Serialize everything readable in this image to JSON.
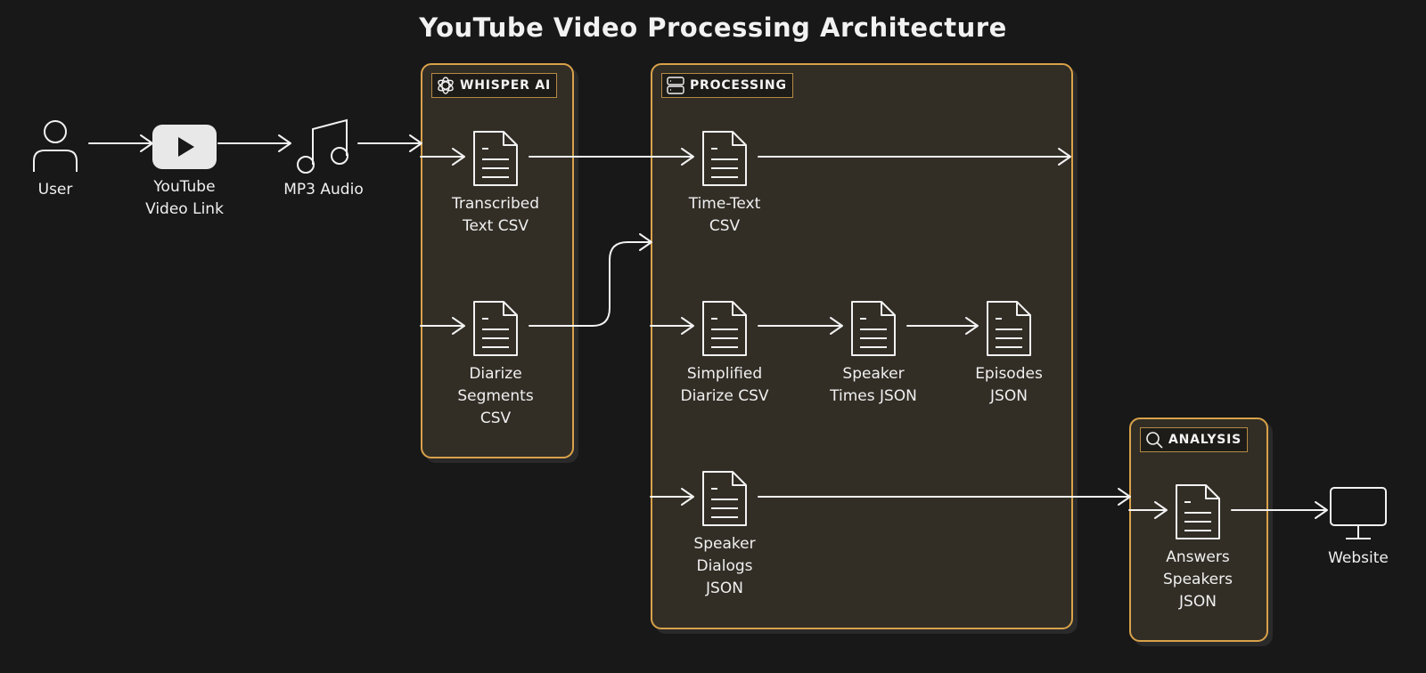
{
  "title": "YouTube Video Processing Architecture",
  "groups": {
    "whisper": {
      "label": "WHISPER AI",
      "icon": "openai-logo-icon"
    },
    "processing": {
      "label": "PROCESSING",
      "icon": "server-icon"
    },
    "analysis": {
      "label": "ANALYSIS",
      "icon": "search-icon"
    }
  },
  "nodes": {
    "user": {
      "label": "User",
      "icon": "user-icon"
    },
    "youtube": {
      "label": "YouTube\nVideo Link",
      "icon": "youtube-play-icon"
    },
    "mp3": {
      "label": "MP3 Audio",
      "icon": "music-note-icon"
    },
    "transcribed": {
      "label": "Transcribed\nText CSV",
      "icon": "document-icon"
    },
    "diarize_segments": {
      "label": "Diarize\nSegments\nCSV",
      "icon": "document-icon"
    },
    "time_text": {
      "label": "Time-Text\nCSV",
      "icon": "document-icon"
    },
    "simplified": {
      "label": "Simplified\nDiarize CSV",
      "icon": "document-icon"
    },
    "speaker_times": {
      "label": "Speaker\nTimes JSON",
      "icon": "document-icon"
    },
    "episodes": {
      "label": "Episodes\nJSON",
      "icon": "document-icon"
    },
    "speaker_dialogs": {
      "label": "Speaker\nDialogs\nJSON",
      "icon": "document-icon"
    },
    "answers": {
      "label": "Answers\nSpeakers\nJSON",
      "icon": "document-icon"
    },
    "website": {
      "label": "Website",
      "icon": "monitor-icon"
    }
  },
  "colors": {
    "background": "#181818",
    "group_border": "#d9a24a",
    "group_fill": "#322e26",
    "stroke": "#f2f2f2"
  }
}
